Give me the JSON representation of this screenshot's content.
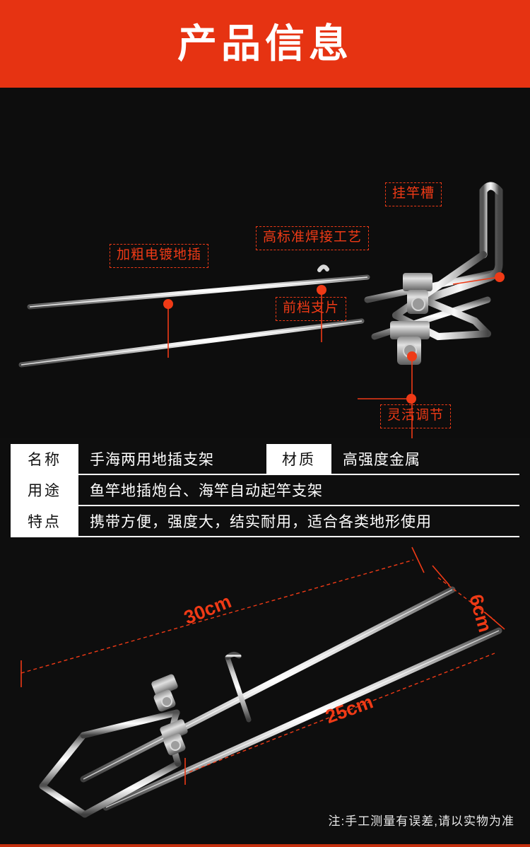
{
  "header": {
    "title": "产品信息",
    "bg_color": "#e63312",
    "text_color": "#ffffff"
  },
  "theme": {
    "background": "#0e0e0e",
    "accent_red": "#ef3a16",
    "callout_border": "#ef3a16",
    "table_text": "#ffffff",
    "table_key_bg": "#ffffff",
    "table_key_text": "#111111",
    "bottom_bar": "#c4300f"
  },
  "hero": {
    "description": "stainless-steel fishing rod ground-spike bracket photographed on black",
    "callouts": [
      {
        "id": "spike",
        "label": "加粗电镀地插",
        "dot_color": "#ef3a16"
      },
      {
        "id": "weld",
        "label": "高标准焊接工艺",
        "dot_color": "#ef3a16"
      },
      {
        "id": "hook",
        "label": "挂竿槽",
        "dot_color": "#ef3a16"
      },
      {
        "id": "front",
        "label": "前档支片",
        "dot_color": "#ef3a16"
      },
      {
        "id": "adjust",
        "label": "灵活调节",
        "dot_color": "#ef3a16"
      }
    ]
  },
  "spec_table": {
    "rows": [
      {
        "key": "名称",
        "value": "手海两用地插支架",
        "key2": "材质",
        "value2": "高强度金属"
      },
      {
        "key": "用途",
        "value": "鱼竿地插炮台、海竿自动起竿支架"
      },
      {
        "key": "特点",
        "value": "携带方便，强度大，结实耐用，适合各类地形使用"
      }
    ]
  },
  "dimensions": {
    "description": "angled view of the bracket with dashed red measurement lines",
    "labels": [
      {
        "id": "length",
        "text": "30cm"
      },
      {
        "id": "height",
        "text": "6cm"
      },
      {
        "id": "depth",
        "text": "25cm"
      }
    ]
  },
  "footer": {
    "note": "注:手工测量有误差,请以实物为准"
  }
}
